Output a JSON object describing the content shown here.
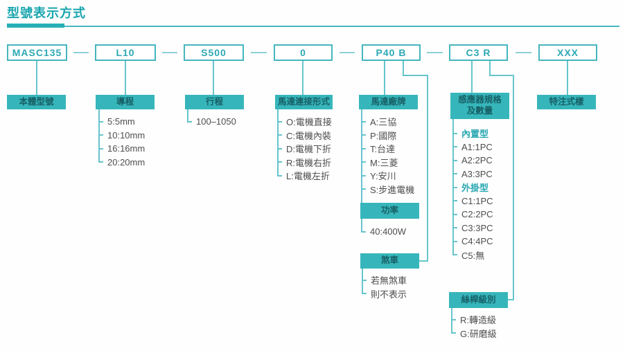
{
  "title": "型號表示方式",
  "model_code": {
    "segments": [
      "MASC135",
      "L10",
      "S500",
      "0",
      "P40 B",
      "C3 R",
      "XXX"
    ]
  },
  "groups": {
    "body": {
      "label": "本體型號"
    },
    "lead": {
      "label": "導程",
      "items": [
        "5:5mm",
        "10:10mm",
        "16:16mm",
        "20:20mm"
      ]
    },
    "stroke": {
      "label": "行程",
      "items": [
        "100–1050"
      ]
    },
    "motor_connection": {
      "label": "馬達連接形式",
      "items": [
        "O:電機直接",
        "C:電機內裝",
        "D:電機下折",
        "R:電機右折",
        "L:電機左折"
      ]
    },
    "motor_brand": {
      "label": "馬達廠牌",
      "items": [
        "A:三協",
        "P:國際",
        "T:台達",
        "M:三菱",
        "Y:安川",
        "S:步進電機"
      ]
    },
    "power": {
      "label": "功率",
      "items": [
        "40:400W"
      ]
    },
    "brake": {
      "label": "煞車",
      "items": [
        "若無煞車",
        "則不表示"
      ]
    },
    "sensor": {
      "label_line1": "感應器規格",
      "label_line2": "及數量",
      "items": [
        "內置型",
        "A1:1PC",
        "A2:2PC",
        "A3:3PC",
        "外掛型",
        "C1:1PC",
        "C2:2PC",
        "C3:3PC",
        "C4:4PC",
        "C5:無"
      ]
    },
    "screw_grade": {
      "label": "絲桿級別",
      "items": [
        "R:轉造級",
        "G:研磨級"
      ]
    },
    "special": {
      "label": "特注式樣"
    }
  },
  "colors": {
    "accent_teal": "#2ca9b4",
    "label_fill": "#36b6bb",
    "connector": "#66c5cb",
    "list_text": "#4d4d4d",
    "label_text": "#175f66"
  }
}
